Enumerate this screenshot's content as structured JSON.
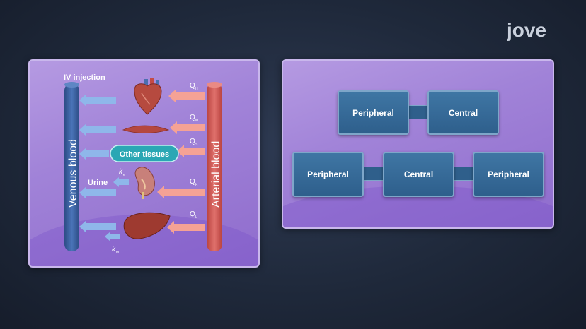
{
  "logo": {
    "text": "jove"
  },
  "left_diagram": {
    "iv_label": "IV injection",
    "venous_label": "Venous blood",
    "arterial_label": "Arterial blood",
    "other_tissues": "Other tissues",
    "urine_label": "Urine",
    "flows": [
      {
        "symbol": "Q",
        "sub": "H"
      },
      {
        "symbol": "Q",
        "sub": "M"
      },
      {
        "symbol": "Q",
        "sub": "S"
      },
      {
        "symbol": "Q",
        "sub": "K"
      },
      {
        "symbol": "Q",
        "sub": "L"
      }
    ],
    "rate_constants": [
      {
        "symbol": "k",
        "sub": "e"
      },
      {
        "symbol": "k",
        "sub": "m"
      }
    ],
    "colors": {
      "vein": "#3b5f9e",
      "artery": "#cf5a57",
      "venous_arrow": "#8fb7ea",
      "arterial_arrow": "#f5a295",
      "tissue_pill": "#2aa7b4"
    }
  },
  "right_diagram": {
    "two_compartment": [
      "Peripheral",
      "Central"
    ],
    "three_compartment": [
      "Peripheral",
      "Central",
      "Peripheral"
    ]
  }
}
